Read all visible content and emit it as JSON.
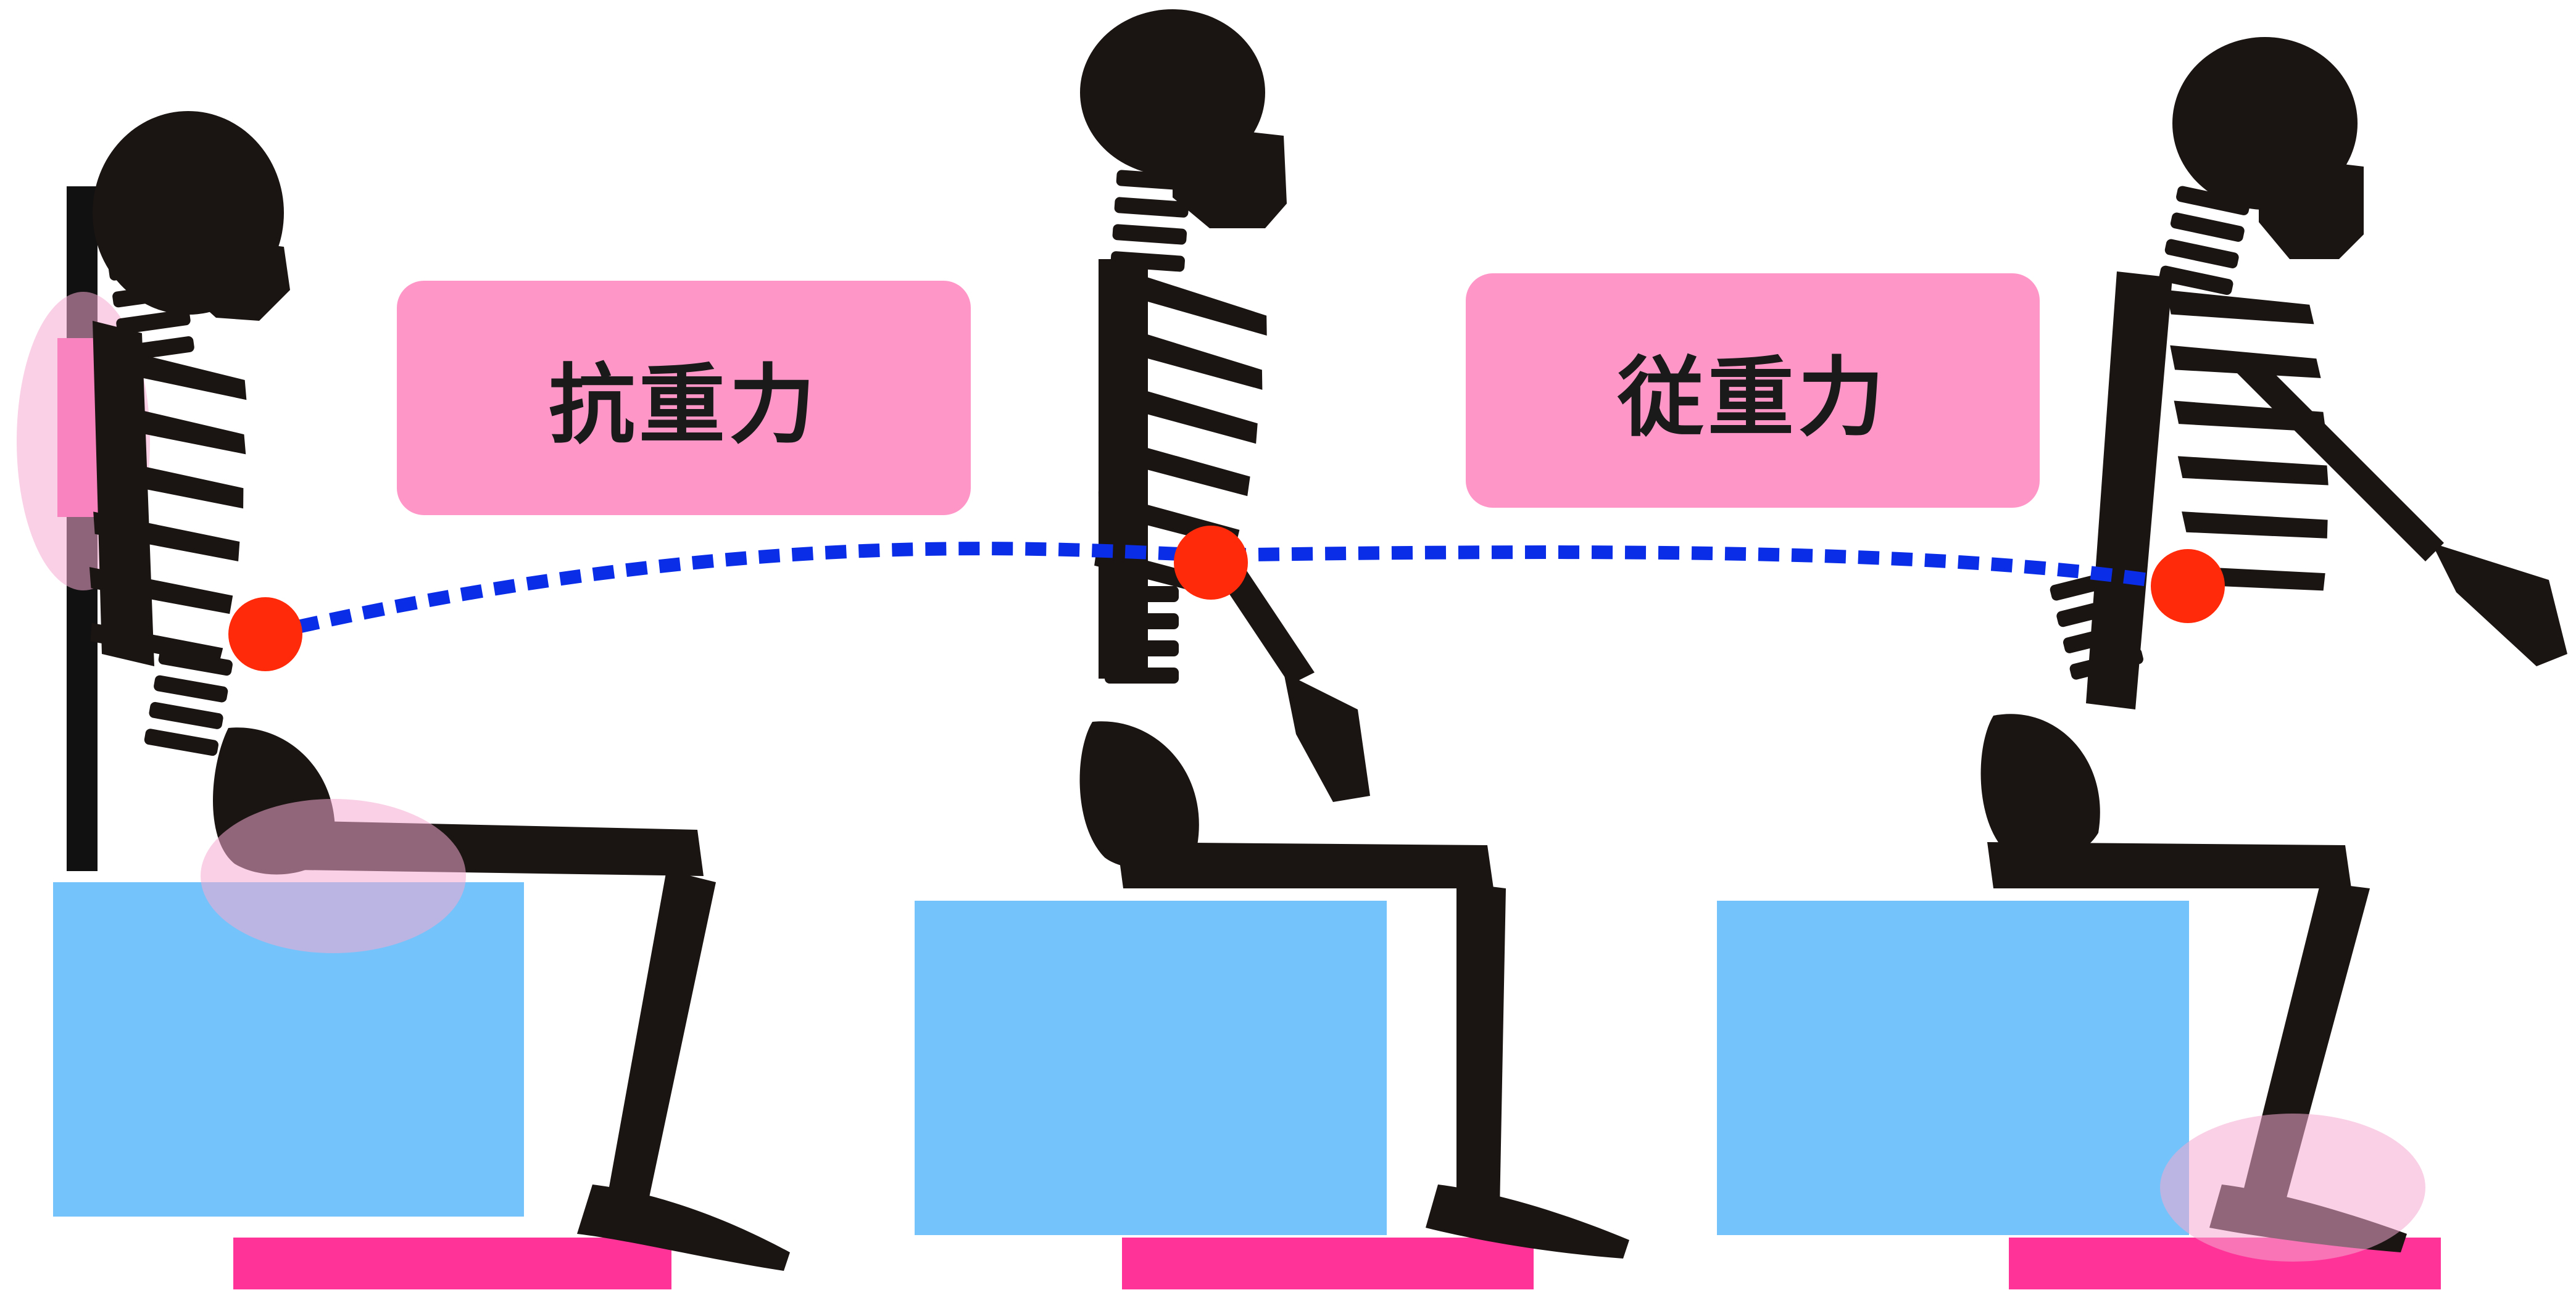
{
  "labels": {
    "anti_gravity": "抗重力",
    "follow_gravity": "従重力"
  },
  "colors": {
    "seat": "#74c3fb",
    "foot_mat": "#ff3398",
    "label_bg": "#ff96c8",
    "support_highlight": "#f4a9d0",
    "center_dot": "#ff2a0a",
    "trajectory": "#0a2ee8",
    "bone": "#1a1412",
    "backrest": "#111111",
    "back_pad": "#ff55aa"
  },
  "figures": [
    {
      "name": "seated-leaning-back",
      "supports": [
        "backrest",
        "seat"
      ]
    },
    {
      "name": "seated-upright",
      "supports": []
    },
    {
      "name": "seated-leaning-forward",
      "supports": [
        "feet"
      ]
    }
  ]
}
